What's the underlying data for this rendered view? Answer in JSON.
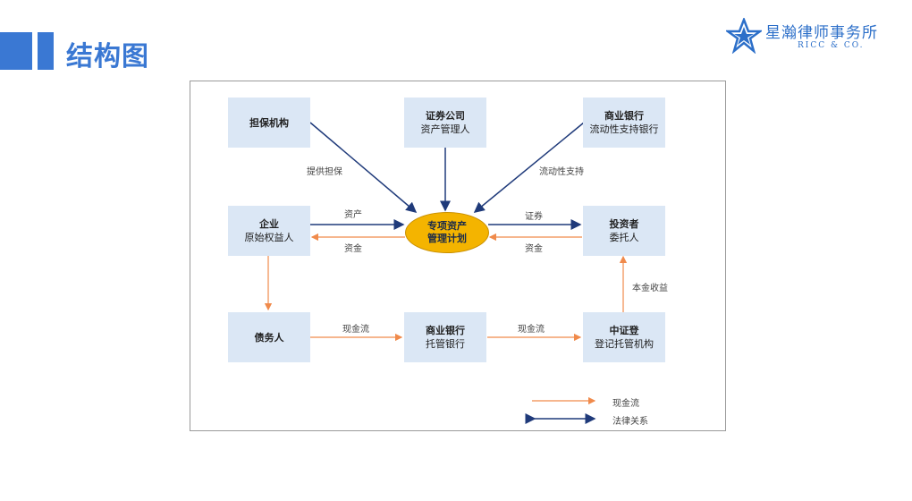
{
  "header": {
    "title": "结构图"
  },
  "logo": {
    "name": "星瀚律师事务所",
    "sub": "RICC & CO."
  },
  "nodes": {
    "guarantor": {
      "l1": "担保机构",
      "l2": ""
    },
    "securities": {
      "l1": "证券公司",
      "l2": "资产管理人"
    },
    "bank_support": {
      "l1": "商业银行",
      "l2": "流动性支持银行"
    },
    "enterprise": {
      "l1": "企业",
      "l2": "原始权益人"
    },
    "spv": {
      "l1": "专项资产",
      "l2": "管理计划"
    },
    "investor": {
      "l1": "投资者",
      "l2": "委托人"
    },
    "debtor": {
      "l1": "债务人",
      "l2": ""
    },
    "bank_custody": {
      "l1": "商业银行",
      "l2": "托管银行"
    },
    "clearing": {
      "l1": "中证登",
      "l2": "登记托管机构"
    }
  },
  "labels": {
    "guarantee": "提供担保",
    "liquidity": "流动性支持",
    "asset": "资产",
    "funds_left": "资金",
    "certificate": "证券",
    "funds_right": "资金",
    "principal": "本金收益",
    "cashflow1": "现金流",
    "cashflow2": "现金流"
  },
  "legend": {
    "cash": "现金流",
    "legal": "法律关系"
  },
  "colors": {
    "accent": "#3a78d3",
    "legal": "#1f3a7a",
    "cash": "#f08a4b",
    "box": "#dbe7f5",
    "center": "#f4b400"
  }
}
